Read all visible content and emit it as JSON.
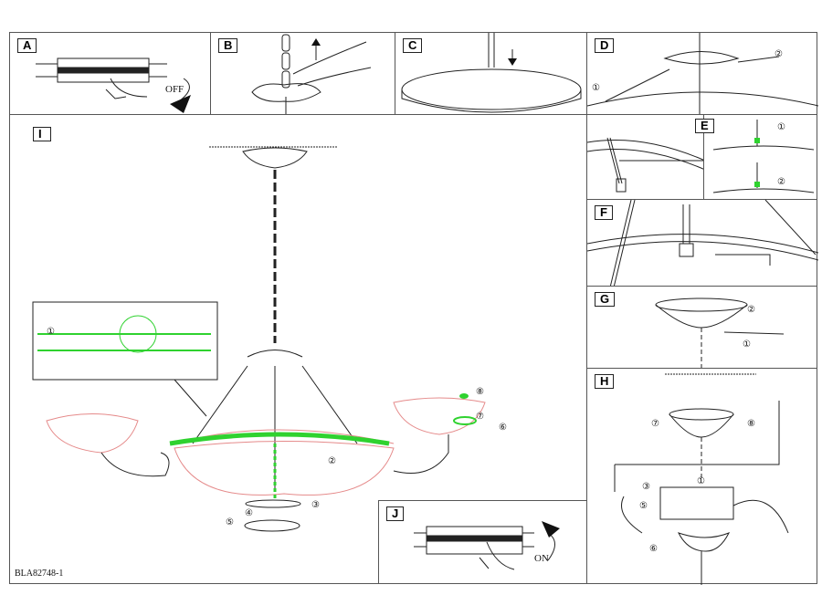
{
  "panels": {
    "a": "A",
    "b": "B",
    "c": "C",
    "d": "D",
    "e": "E",
    "f": "F",
    "g": "G",
    "h": "H",
    "i": "I",
    "j": "J"
  },
  "texts": {
    "off": "OFF",
    "on": "ON",
    "model": "BLA82748-1"
  },
  "callouts": {
    "c1": "①",
    "c2": "②",
    "c3": "③",
    "c4": "④",
    "c5": "⑤",
    "c6": "⑥",
    "c7": "⑦",
    "c8": "⑧"
  },
  "colors": {
    "line": "#222222",
    "highlight_green": "#2fd22f",
    "highlight_red": "#e58a8a"
  }
}
